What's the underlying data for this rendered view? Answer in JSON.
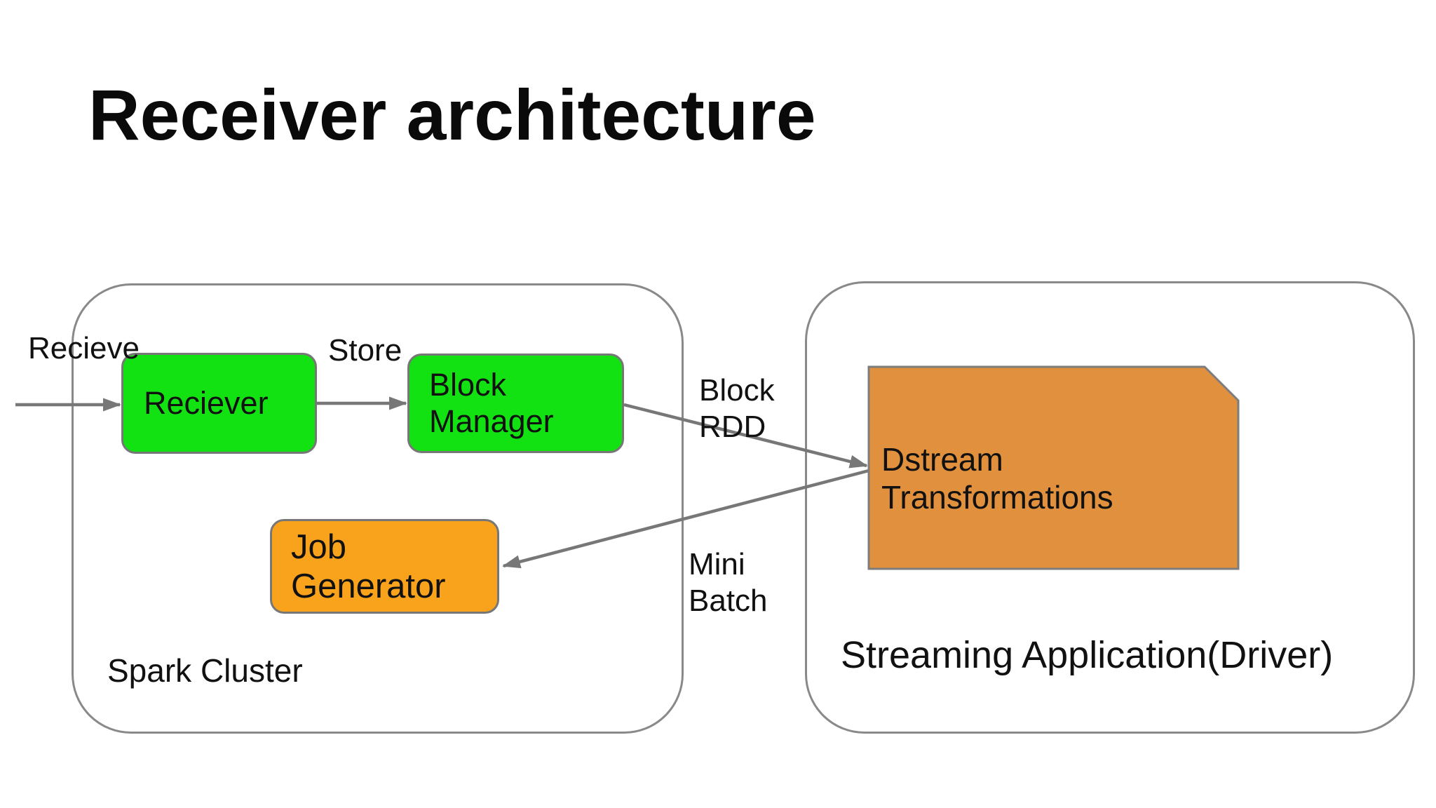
{
  "title": "Receiver architecture",
  "containers": {
    "spark": {
      "label": "Spark Cluster"
    },
    "streaming": {
      "label": "Streaming Application(Driver)"
    }
  },
  "nodes": {
    "receiver": {
      "label": "Reciever",
      "fill": "#12e112"
    },
    "block_manager": {
      "lines": [
        "Block",
        "Manager"
      ],
      "fill": "#12e112"
    },
    "job_generator": {
      "label": "Job Generator",
      "fill": "#f9a21b"
    },
    "dstream": {
      "label": "Dstream Transformations",
      "fill": "#e1913d"
    }
  },
  "edges": {
    "receive": {
      "label": "Recieve"
    },
    "store": {
      "label": "Store"
    },
    "block_rdd": {
      "lines": [
        "Block",
        "RDD"
      ]
    },
    "mini_batch": {
      "lines": [
        "Mini",
        "Batch"
      ]
    }
  },
  "colors": {
    "node_green": "#12e112",
    "node_orange": "#f9a21b",
    "dstream_orange": "#e1913d",
    "outline_gray": "#7d7d7d",
    "arrow_gray": "#777777",
    "title_black": "#0a0a0a"
  }
}
